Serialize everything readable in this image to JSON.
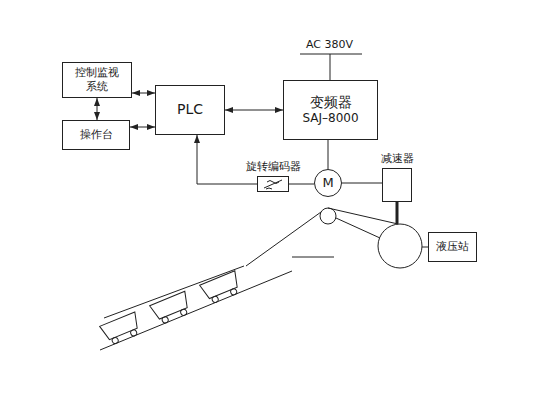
{
  "diagram": {
    "nodes": [
      {
        "text": [
          "控制监视系统"
        ]
      },
      {
        "text": [
          "操作台"
        ]
      },
      {
        "text": [
          "PLC"
        ]
      },
      {
        "text": [
          "变频器",
          "SAJ–8000"
        ]
      },
      {
        "text": [
          "M"
        ]
      },
      {
        "text": [
          "旋转编码器"
        ]
      },
      {
        "text": [
          "减速器"
        ]
      },
      {
        "text": [
          "液压站"
        ]
      }
    ],
    "edges": [
      {
        "from": 0,
        "to": 2,
        "arrow": "both"
      },
      {
        "from": 1,
        "to": 2,
        "arrow": "both"
      },
      {
        "from": 0,
        "to": 1,
        "arrow": "both"
      },
      {
        "from": 2,
        "to": 3,
        "arrow": "both"
      },
      {
        "from": 3,
        "to": 4,
        "arrow": "none"
      },
      {
        "from": 5,
        "to": 2,
        "arrow": "to"
      },
      {
        "from": 5,
        "to": 4,
        "arrow": "none"
      },
      {
        "from": 4,
        "to": 6,
        "arrow": "none"
      }
    ],
    "labels": [
      "AC 380V"
    ]
  }
}
